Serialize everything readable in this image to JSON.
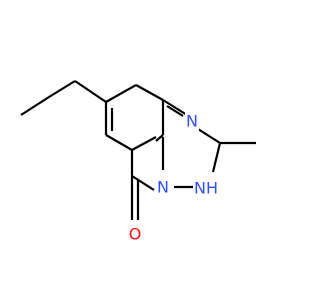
{
  "molecule": {
    "atoms": [
      {
        "id": "n_top",
        "symbol": "N",
        "color": "#3050F8"
      },
      {
        "id": "n_bridge",
        "symbol": "N",
        "color": "#3050F8"
      },
      {
        "id": "nh",
        "symbol": "NH",
        "color": "#3050F8"
      },
      {
        "id": "o",
        "symbol": "O",
        "color": "#FF0D0D"
      }
    ]
  },
  "colors": {
    "bond": "#000000",
    "nitrogen": "#3050F8",
    "oxygen": "#FF0D0D",
    "background": "#FFFFFF"
  }
}
